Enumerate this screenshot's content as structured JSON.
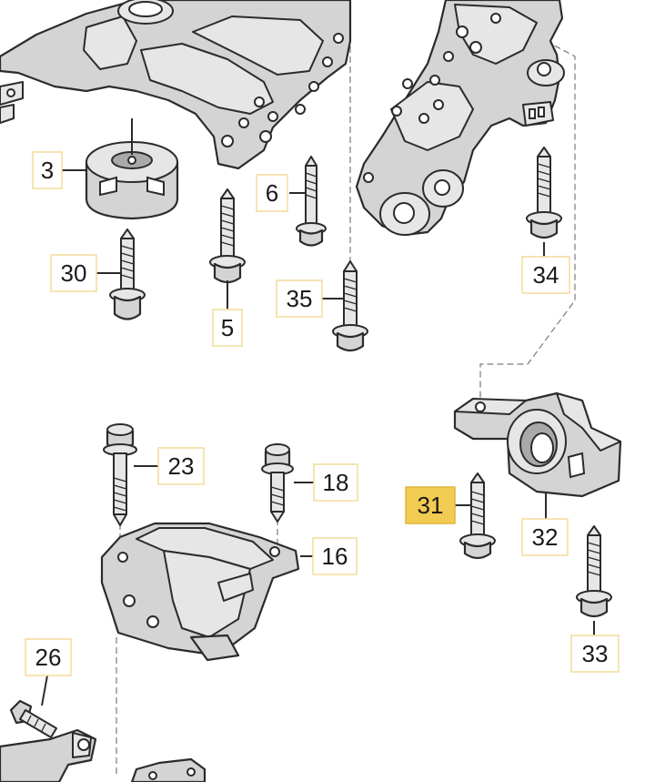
{
  "callouts": [
    {
      "id": "p3",
      "label": "3"
    },
    {
      "id": "p5",
      "label": "5"
    },
    {
      "id": "p6",
      "label": "6"
    },
    {
      "id": "p16",
      "label": "16"
    },
    {
      "id": "p18",
      "label": "18"
    },
    {
      "id": "p23",
      "label": "23"
    },
    {
      "id": "p26",
      "label": "26"
    },
    {
      "id": "p30",
      "label": "30"
    },
    {
      "id": "p31",
      "label": "31",
      "highlighted": true
    },
    {
      "id": "p32",
      "label": "32"
    },
    {
      "id": "p33",
      "label": "33"
    },
    {
      "id": "p34",
      "label": "34"
    },
    {
      "id": "p35",
      "label": "35"
    }
  ],
  "colors": {
    "callout_border": "#f3dc9a",
    "callout_fill": "#ffffff",
    "highlight_fill": "#f2cc52",
    "highlight_border": "#e0b53a",
    "part_fill": "#d4d4d4",
    "outline": "#2b2b2b"
  }
}
